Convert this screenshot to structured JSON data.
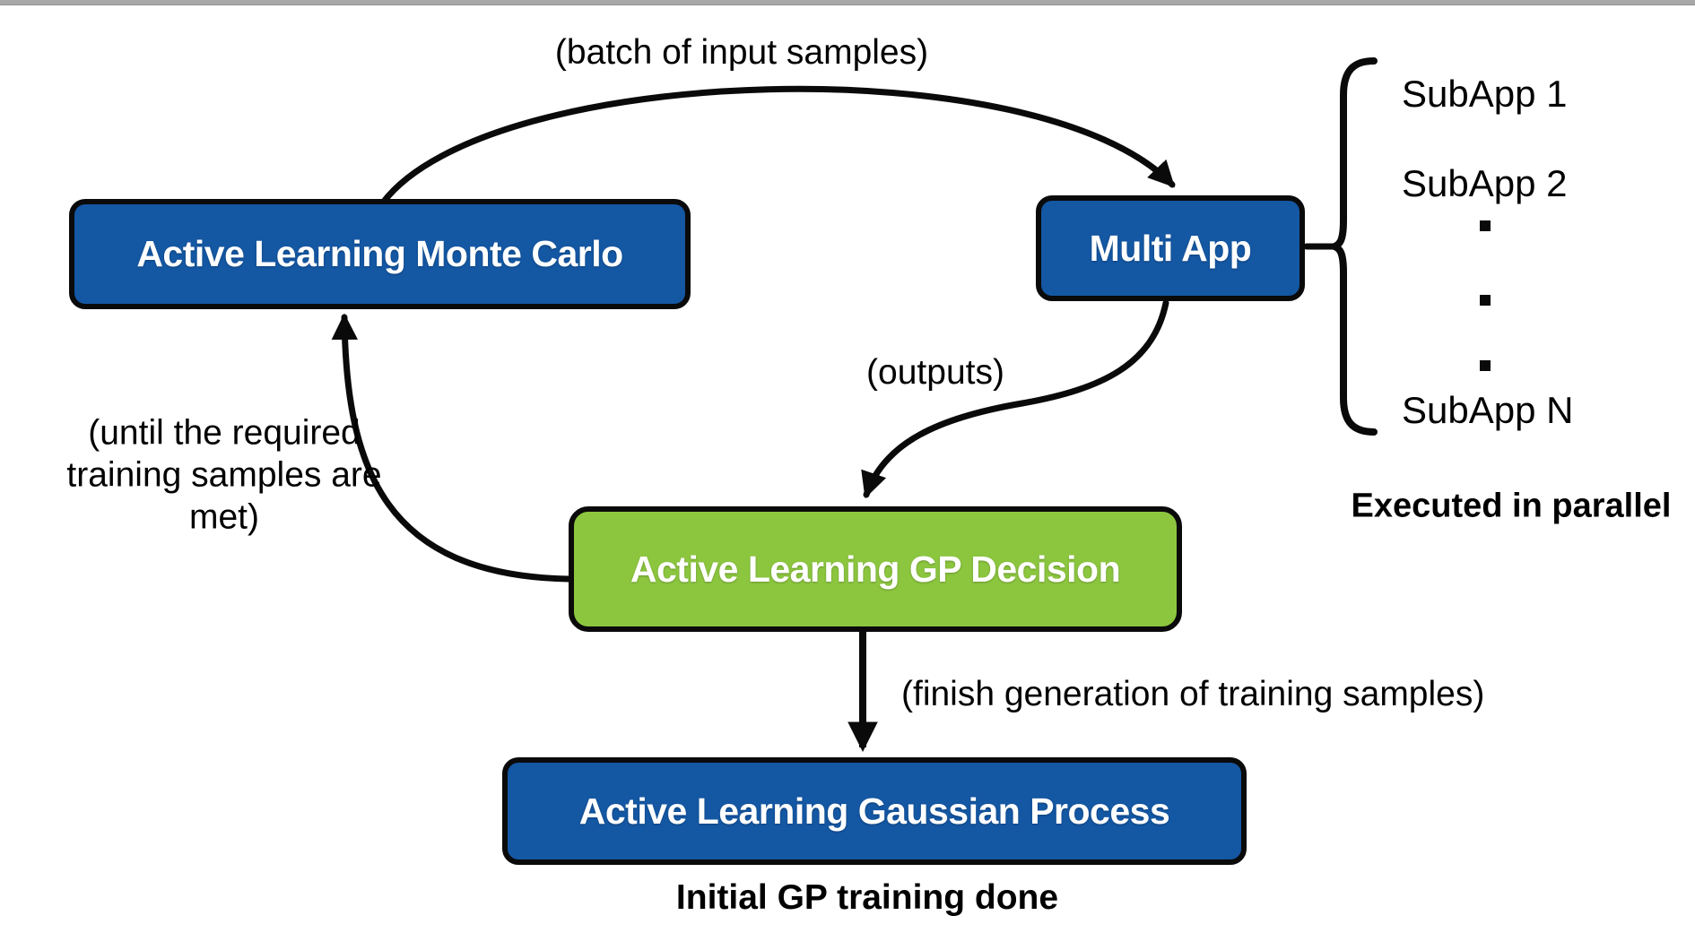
{
  "window": {
    "top_border_color": "#a8a8a8"
  },
  "colors": {
    "node_blue": "#1457A3",
    "node_green": "#8CC63F",
    "outline_black": "#0a0a0a",
    "background": "#ffffff",
    "label_text": "#000000",
    "node_text": "#ffffff"
  },
  "nodes": {
    "monte_carlo": {
      "label": "Active Learning Monte Carlo"
    },
    "multi_app": {
      "label": "Multi App"
    },
    "gp_decision": {
      "label": "Active Learning GP Decision"
    },
    "gaussian_process": {
      "label": "Active Learning Gaussian Process"
    }
  },
  "edge_labels": {
    "batch": "(batch of input samples)",
    "outputs": "(outputs)",
    "until": "(until the required\ntraining samples are\nmet)",
    "finish": "(finish generation of training samples)"
  },
  "annotations": {
    "executed_parallel": "Executed in parallel",
    "initial_training": "Initial GP training done"
  },
  "subapps": {
    "items": [
      "SubApp 1",
      "SubApp 2",
      "SubApp N"
    ]
  }
}
